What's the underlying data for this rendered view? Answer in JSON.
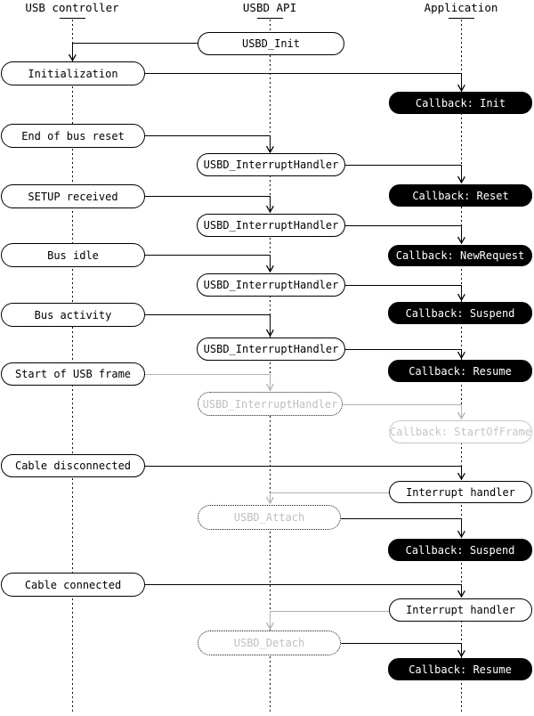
{
  "diagram": {
    "type": "sequence-diagram",
    "actors": [
      {
        "label": "USB controller"
      },
      {
        "label": "USBD API"
      },
      {
        "label": "Application"
      }
    ],
    "nodes": [
      {
        "label": "USBD_Init",
        "column": "usbd-api",
        "variant": "white-pill"
      },
      {
        "label": "Initialization",
        "column": "usb-controller",
        "variant": "white-pill"
      },
      {
        "label": "Callback: Init",
        "column": "application",
        "variant": "black-pill"
      },
      {
        "label": "End of bus reset",
        "column": "usb-controller",
        "variant": "white-pill"
      },
      {
        "label": "USBD_InterruptHandler",
        "column": "usbd-api",
        "variant": "white-pill"
      },
      {
        "label": "SETUP received",
        "column": "usb-controller",
        "variant": "white-pill"
      },
      {
        "label": "Callback: Reset",
        "column": "application",
        "variant": "black-pill"
      },
      {
        "label": "USBD_InterruptHandler",
        "column": "usbd-api",
        "variant": "white-pill"
      },
      {
        "label": "Bus idle",
        "column": "usb-controller",
        "variant": "white-pill"
      },
      {
        "label": "Callback: NewRequest",
        "column": "application",
        "variant": "black-pill"
      },
      {
        "label": "USBD_InterruptHandler",
        "column": "usbd-api",
        "variant": "white-pill"
      },
      {
        "label": "Bus activity",
        "column": "usb-controller",
        "variant": "white-pill"
      },
      {
        "label": "Callback: Suspend",
        "column": "application",
        "variant": "black-pill"
      },
      {
        "label": "USBD_InterruptHandler",
        "column": "usbd-api",
        "variant": "white-pill"
      },
      {
        "label": "Start of USB frame",
        "column": "usb-controller",
        "variant": "white-pill"
      },
      {
        "label": "Callback: Resume",
        "column": "application",
        "variant": "black-pill"
      },
      {
        "label": "USBD_InterruptHandler",
        "column": "usbd-api",
        "variant": "gray-dotted-pill"
      },
      {
        "label": "Callback: StartOfFrame",
        "column": "application",
        "variant": "gray-outline-pill"
      },
      {
        "label": "Cable disconnected",
        "column": "usb-controller",
        "variant": "white-pill"
      },
      {
        "label": "Interrupt handler",
        "column": "application",
        "variant": "white-pill"
      },
      {
        "label": "USBD_Attach",
        "column": "usbd-api",
        "variant": "gray-dotted-pill"
      },
      {
        "label": "Callback: Suspend",
        "column": "application",
        "variant": "black-pill"
      },
      {
        "label": "Cable connected",
        "column": "usb-controller",
        "variant": "white-pill"
      },
      {
        "label": "Interrupt handler",
        "column": "application",
        "variant": "white-pill"
      },
      {
        "label": "USBD_Detach",
        "column": "usbd-api",
        "variant": "gray-dotted-pill"
      },
      {
        "label": "Callback: Resume",
        "column": "application",
        "variant": "black-pill"
      }
    ],
    "colors": {
      "line_black": "#000000",
      "line_gray": "#b2b2b2",
      "ghost_text_gray": "#bfbfbf",
      "ghost_border_gray": "#c6c6c6",
      "callback_bg": "#000000",
      "callback_text": "#ffffff"
    }
  }
}
